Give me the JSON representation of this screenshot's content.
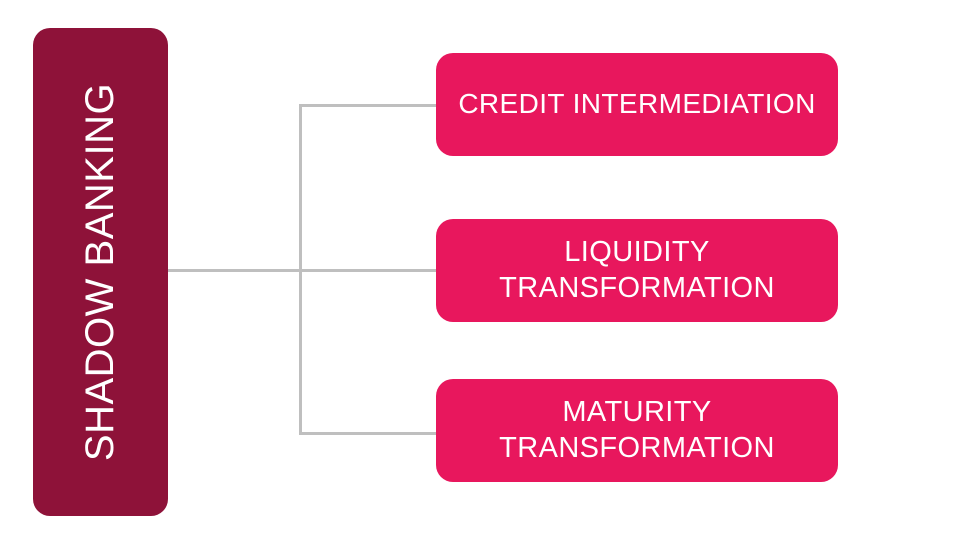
{
  "diagram": {
    "type": "hierarchy-tree",
    "orientation": "left-to-right",
    "background_color": "#FFFFFF",
    "root": {
      "label": "SHADOW BANKING",
      "fill_color": "#8E1239",
      "text_color": "#FFFFFF",
      "text_orientation": "vertical-bottom-to-top"
    },
    "connector": {
      "color": "#BFBFBF",
      "style": "elbow",
      "thickness": "3px"
    },
    "children": [
      {
        "label": "CREDIT INTERMEDIATION",
        "line1": "CREDIT INTERMEDIATION",
        "line2": "",
        "fill_color": "#E8175D",
        "text_color": "#FFFFFF"
      },
      {
        "label": "LIQUIDITY\nTRANSFORMATION",
        "line1": "LIQUIDITY",
        "line2": "TRANSFORMATION",
        "fill_color": "#E8175D",
        "text_color": "#FFFFFF"
      },
      {
        "label": "MATURITY\nTRANSFORMATION",
        "line1": "MATURITY",
        "line2": "TRANSFORMATION",
        "fill_color": "#E8175D",
        "text_color": "#FFFFFF"
      }
    ]
  }
}
